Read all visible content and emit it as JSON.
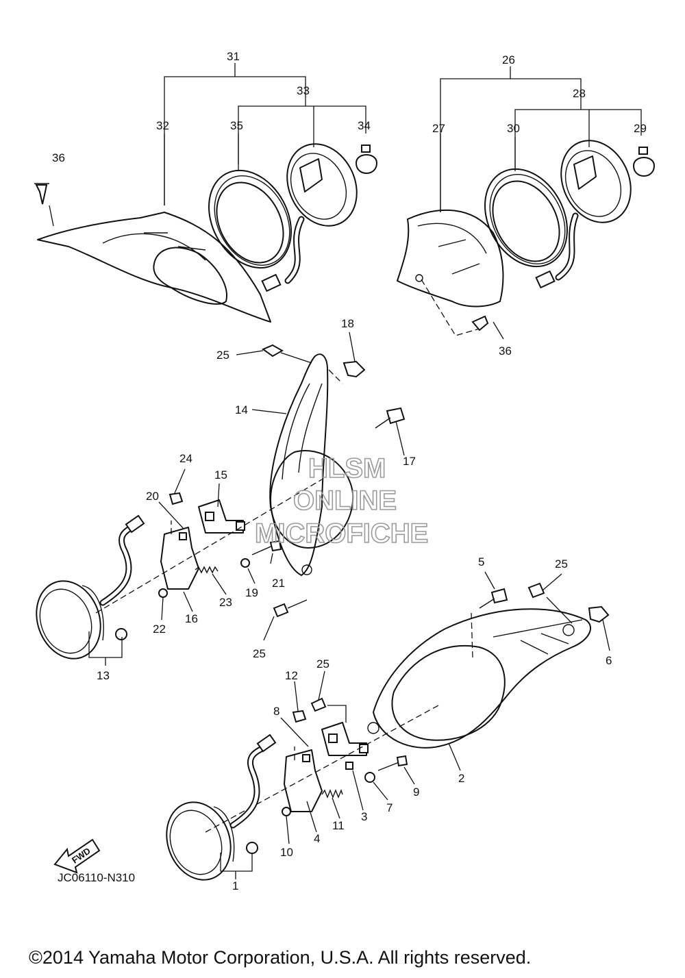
{
  "diagram": {
    "callouts": [
      "31",
      "32",
      "33",
      "35",
      "34",
      "36",
      "26",
      "27",
      "28",
      "30",
      "29",
      "36",
      "18",
      "25",
      "14",
      "17",
      "24",
      "15",
      "20",
      "21",
      "19",
      "23",
      "16",
      "22",
      "13",
      "25",
      "5",
      "25",
      "6",
      "12",
      "25",
      "8",
      "2",
      "9",
      "7",
      "3",
      "11",
      "4",
      "10",
      "1"
    ],
    "code": "JC06110-N310",
    "fwd_label": "FWD",
    "watermark": [
      "HLSM",
      "ONLINE",
      "MICROFICHE"
    ],
    "copyright": "©2014 Yamaha Motor Corporation, U.S.A. All rights reserved."
  }
}
